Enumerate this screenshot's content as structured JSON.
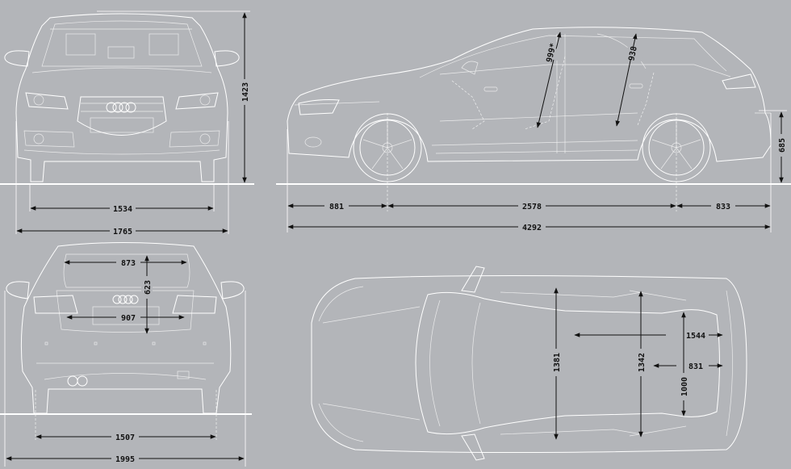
{
  "diagram": {
    "subject": "Hatchback car dimensional blueprint (3-door)",
    "units": "mm",
    "background_color": "#b3b5b9",
    "line_color": "#ffffff",
    "dimension_color": "#111111"
  },
  "views": {
    "front": {
      "dimensions": {
        "height": "1423",
        "front_track": "1534",
        "width": "1765"
      }
    },
    "side": {
      "dimensions": {
        "front_overhang": "881",
        "wheelbase": "2578",
        "rear_overhang": "833",
        "length": "4292",
        "front_headroom": "999*",
        "rear_headroom": "938",
        "boot_sill_height": "685"
      }
    },
    "rear": {
      "dimensions": {
        "tailgate_top_width": "873",
        "tailgate_opening_height": "623",
        "tailgate_bottom_width": "907",
        "rear_track": "1507",
        "width_with_mirrors": "1995"
      }
    },
    "top": {
      "dimensions": {
        "front_shoulder_width": "1381",
        "rear_shoulder_width": "1342",
        "cargo_length": "1544",
        "cargo_length_folded_min": "831",
        "cargo_width": "1000"
      }
    }
  }
}
